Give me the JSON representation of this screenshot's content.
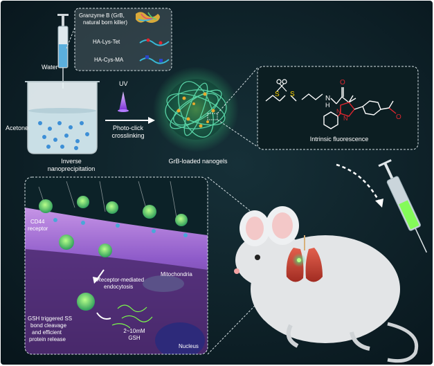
{
  "colors": {
    "background": "#0a1a1f",
    "nanogel_green": "#3ddc84",
    "fluorescence_glow": "#7cff4a",
    "membrane_purple": "#8e5bc9",
    "cell_interior": "#4b2a6e",
    "structure_red": "#e0262f",
    "structure_yellow": "#ffd400",
    "structure_ink": "#111111"
  },
  "icons": [
    "syringe-icon",
    "beaker-icon",
    "uv-lamp-icon",
    "mouse-icon",
    "scissors-icon"
  ],
  "labels": {
    "water": "Water",
    "acetone": "Acetone",
    "granzyme": "Granzyme B (GrB,",
    "granzyme_line2": "natural born killer)",
    "ha_lys_tet": "HA-Lys-Tet",
    "ha_cys_ma": "HA-Cys-MA",
    "uv": "UV",
    "photo_click": "Photo-click",
    "crosslinking": "crosslinking",
    "inverse": "Inverse",
    "nanoprecipitation": "nanoprecipitation",
    "grb_nanogels": "GrB-loaded nanogels",
    "intrinsic": "Intrinsic fluorescence",
    "cd44": "CD44",
    "receptor": "receptor",
    "receptor_mediated": "Receptor-mediated",
    "endocytosis": "endocytosis",
    "mitochondria": "Mitochondria",
    "gsh_triggered": "GSH triggered SS",
    "bond_cleavage": "bond cleavage",
    "and_efficient": "and efficient",
    "protein_release": "protein release",
    "gsh_range": "2~10mM",
    "gsh": "GSH",
    "nucleus": "Nucleus"
  },
  "structure_atoms": {
    "s1": "S",
    "s2": "S",
    "n_amide": "N",
    "h_amide": "H",
    "n_pyr1": "N",
    "n_pyr2": "N",
    "o_amide": "O",
    "o_ketone": "O"
  }
}
